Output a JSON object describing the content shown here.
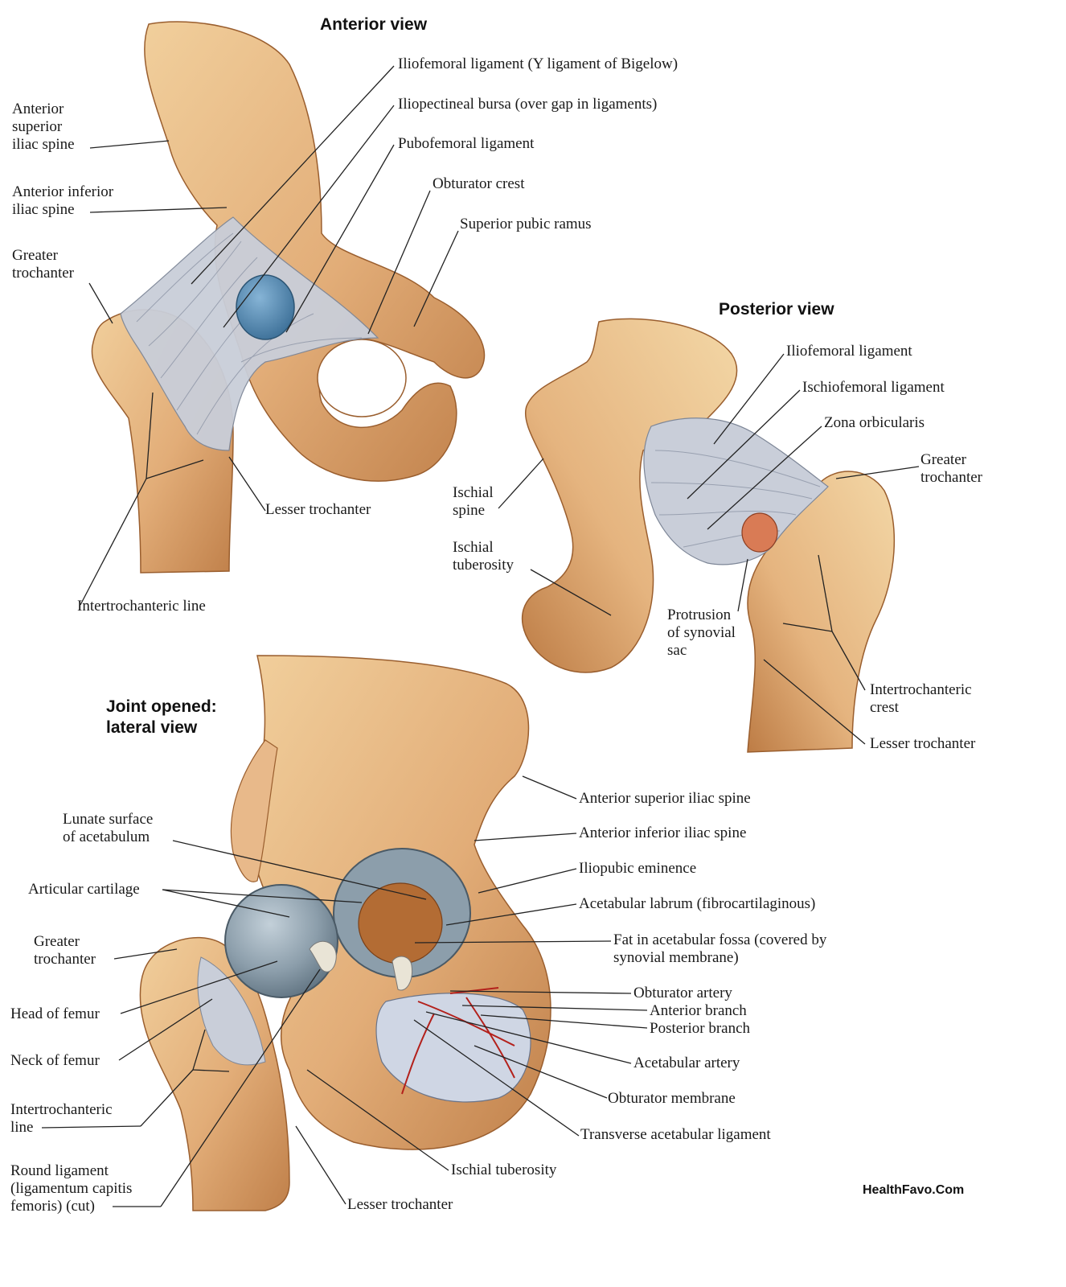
{
  "titles": {
    "anterior": "Anterior view",
    "posterior": "Posterior view",
    "lateral": "Joint opened:\nlateral view"
  },
  "watermark": "HealthFavo.Com",
  "colors": {
    "bone": "#e2ad78",
    "bone_light": "#f1cf9c",
    "bone_dark": "#b9723d",
    "ligament": "#c9ced9",
    "bursa": "#4f88b3",
    "cartilage": "#8c9eab",
    "synovial": "#d97b55",
    "membrane": "#cfd6e4",
    "artery": "#b3201b",
    "fat": "#b36c34"
  },
  "anterior_labels": {
    "asis": "Anterior\nsuperior\niliac spine",
    "aiis": "Anterior inferior\niliac spine",
    "greater_trochanter": "Greater\ntrochanter",
    "iliofemoral": "Iliofemoral ligament (Y ligament of Bigelow)",
    "iliopectineal_bursa": "Iliopectineal bursa (over gap in ligaments)",
    "pubofemoral": "Pubofemoral ligament",
    "obturator_crest": "Obturator crest",
    "superior_pubic_ramus": "Superior pubic ramus",
    "lesser_trochanter": "Lesser trochanter",
    "intertrochanteric_line": "Intertrochanteric line"
  },
  "posterior_labels": {
    "iliofemoral": "Iliofemoral ligament",
    "ischiofemoral": "Ischiofemoral ligament",
    "zona_orbicularis": "Zona orbicularis",
    "greater_trochanter": "Greater\ntrochanter",
    "ischial_spine": "Ischial\nspine",
    "ischial_tuberosity": "Ischial\ntuberosity",
    "protrusion": "Protrusion\nof synovial\nsac",
    "intertrochanteric_crest": "Intertrochanteric\ncrest",
    "lesser_trochanter": "Lesser trochanter"
  },
  "lateral_labels": {
    "asis": "Anterior superior iliac spine",
    "aiis": "Anterior inferior iliac spine",
    "iliopubic_eminence": "Iliopubic eminence",
    "labrum": "Acetabular labrum (fibrocartilaginous)",
    "fat": "Fat in acetabular fossa (covered by\nsynovial membrane)",
    "obturator_artery": "Obturator artery",
    "anterior_branch": "Anterior branch",
    "posterior_branch": "Posterior branch",
    "acetabular_artery": "Acetabular artery",
    "obturator_membrane": "Obturator membrane",
    "transverse_ligament": "Transverse acetabular ligament",
    "ischial_tuberosity": "Ischial tuberosity",
    "lesser_trochanter": "Lesser trochanter",
    "lunate_surface": "Lunate surface\nof acetabulum",
    "articular_cartilage": "Articular cartilage",
    "greater_trochanter": "Greater\ntrochanter",
    "head_of_femur": "Head of femur",
    "neck_of_femur": "Neck of femur",
    "intertrochanteric_line": "Intertrochanteric\nline",
    "round_ligament": "Round ligament\n(ligamentum capitis\nfemoris) (cut)"
  }
}
